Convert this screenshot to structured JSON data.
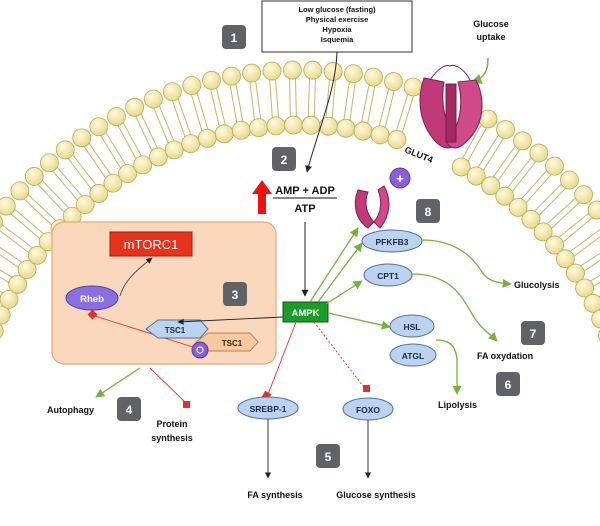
{
  "stimuli": {
    "lines": [
      "Low glucose (fasting)",
      "Physical exercise",
      "Hypoxia",
      "Isquemia"
    ]
  },
  "glucose_uptake": {
    "line1": "Glucose",
    "line2": "uptake"
  },
  "glut4": "GLUT4",
  "plus": "+",
  "energy": {
    "numerator": "AMP + ADP",
    "denominator": "ATP"
  },
  "mtorc1": "mTORC1",
  "rheb": "Rheb",
  "tsc1a": "TSC1",
  "tsc1b": "TSC1",
  "ampk": "AMPK",
  "enzymes": {
    "pfkfb3": "PFKFB3",
    "cpt1": "CPT1",
    "hsl": "HSL",
    "atgl": "ATGL",
    "srebp1": "SREBP-1",
    "foxo": "FOXO"
  },
  "outcomes": {
    "glucolysis": "Glucolysis",
    "fa_oxydation": "FA oxydation",
    "lipolysis": "Lipolysis",
    "autophagy": "Autophagy",
    "protein_synthesis_1": "Protein",
    "protein_synthesis_2": "synthesis",
    "fa_synthesis": "FA synthesis",
    "glucose_synthesis": "Glucose synthesis"
  },
  "badges": [
    "1",
    "2",
    "3",
    "4",
    "5",
    "6",
    "7",
    "8"
  ],
  "colors": {
    "membrane_head": "#f3e9a6",
    "membrane_head_stroke": "#b9a85a",
    "panel_fill": "#fad8bd",
    "panel_stroke": "#e8a878",
    "mtorc1_fill": "#e8331c",
    "ampk_fill": "#1e9a2c",
    "enzyme_fill": "#bcd3ef",
    "rheb_fill": "#8a6fe0",
    "glut4_fill": "#c03a7a",
    "badge_fill": "#5f6368",
    "green_arrow": "#78b040",
    "red_line": "#e03030",
    "up_arrow": "#ee1111"
  }
}
